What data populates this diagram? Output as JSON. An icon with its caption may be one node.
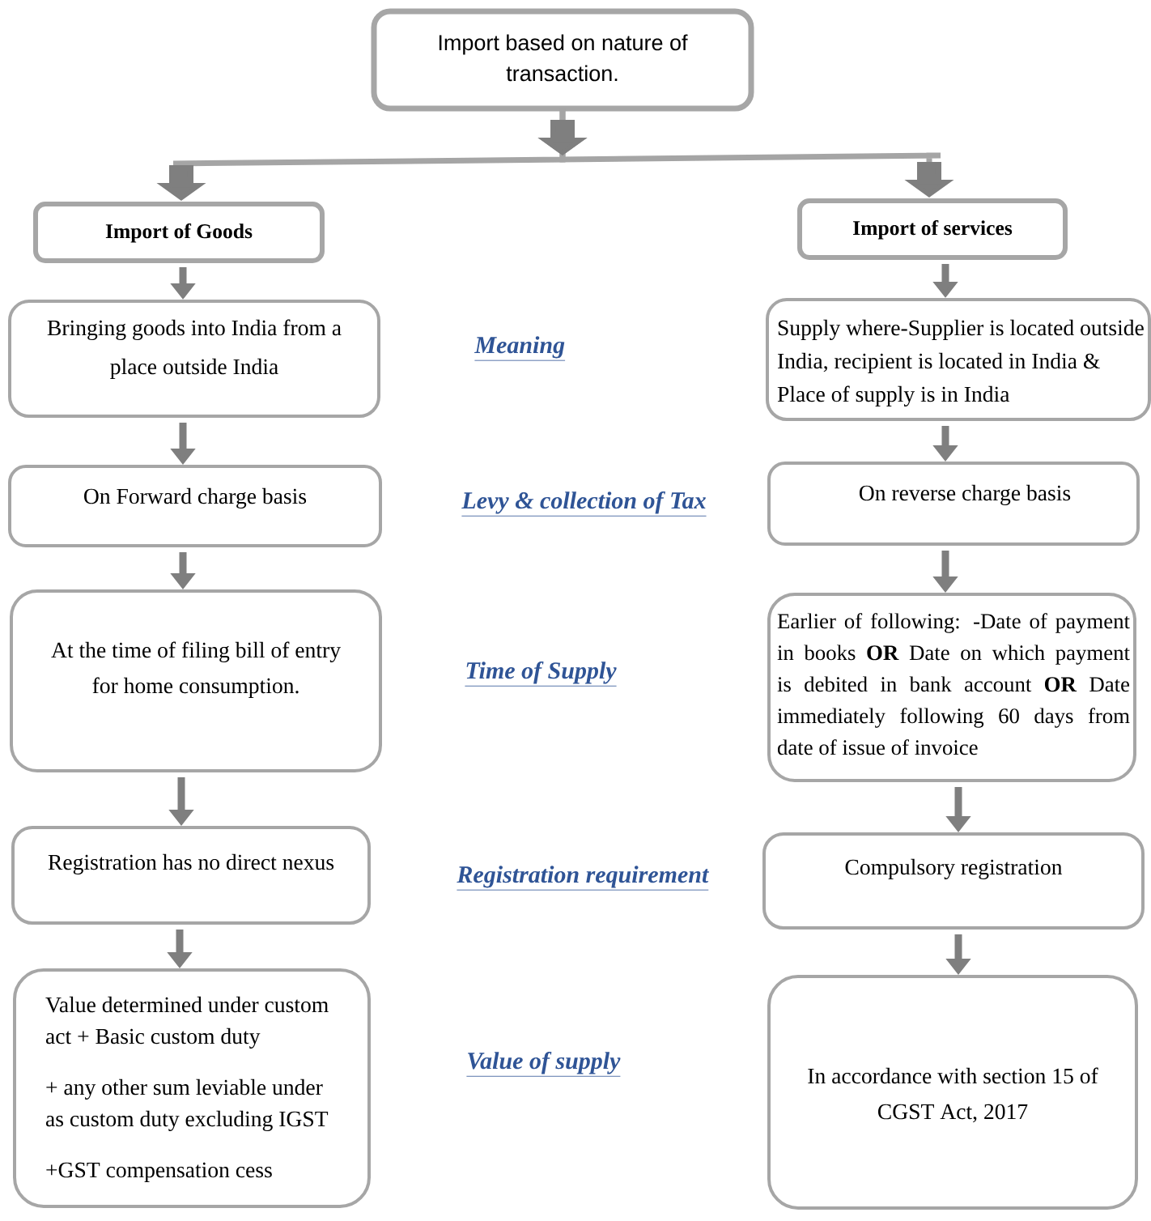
{
  "diagram": {
    "nodes": [
      {
        "text": [
          "Import based on nature of transaction."
        ]
      },
      {
        "text": [
          "Import of Goods"
        ]
      },
      {
        "text": [
          "Import of services"
        ]
      },
      {
        "text": [
          "Bringing goods into India from a place outside India"
        ]
      },
      {
        "text": [
          "Supply where-Supplier is located outside India, recipient is located in India & Place of supply is in India"
        ]
      },
      {
        "text": [
          "On Forward charge basis"
        ]
      },
      {
        "text": [
          "On reverse charge basis"
        ]
      },
      {
        "text": [
          "At the time of filing bill of entry for home consumption."
        ]
      },
      {
        "text": [
          "Earlier of following: -Date of payment in books **OR** Date on which payment is debited in bank account **OR** Date immediately following 60 days from date of issue of invoice"
        ]
      },
      {
        "text": [
          "Registration has no direct nexus"
        ]
      },
      {
        "text": [
          "Compulsory registration"
        ]
      },
      {
        "text": [
          "Value determined under custom act + Basic custom duty",
          "+ any other sum leviable under as custom duty excluding IGST",
          "+GST compensation cess"
        ]
      },
      {
        "text": [
          "In accordance with section 15 of CGST Act, 2017"
        ]
      }
    ],
    "edges": [
      {
        "from": 0,
        "to": 1,
        "arrow": "to"
      },
      {
        "from": 0,
        "to": 2,
        "arrow": "to"
      },
      {
        "from": 1,
        "to": 3,
        "arrow": "to"
      },
      {
        "from": 3,
        "to": 5,
        "arrow": "to"
      },
      {
        "from": 5,
        "to": 7,
        "arrow": "to"
      },
      {
        "from": 7,
        "to": 9,
        "arrow": "to"
      },
      {
        "from": 9,
        "to": 11,
        "arrow": "to"
      },
      {
        "from": 2,
        "to": 4,
        "arrow": "to"
      },
      {
        "from": 4,
        "to": 6,
        "arrow": "to"
      },
      {
        "from": 6,
        "to": 8,
        "arrow": "to"
      },
      {
        "from": 8,
        "to": 10,
        "arrow": "to"
      },
      {
        "from": 10,
        "to": 12,
        "arrow": "to"
      }
    ],
    "labels": [
      "Meaning",
      "Levy & collection of Tax",
      "Time of Supply",
      "Registration requirement",
      "Value of supply"
    ]
  }
}
